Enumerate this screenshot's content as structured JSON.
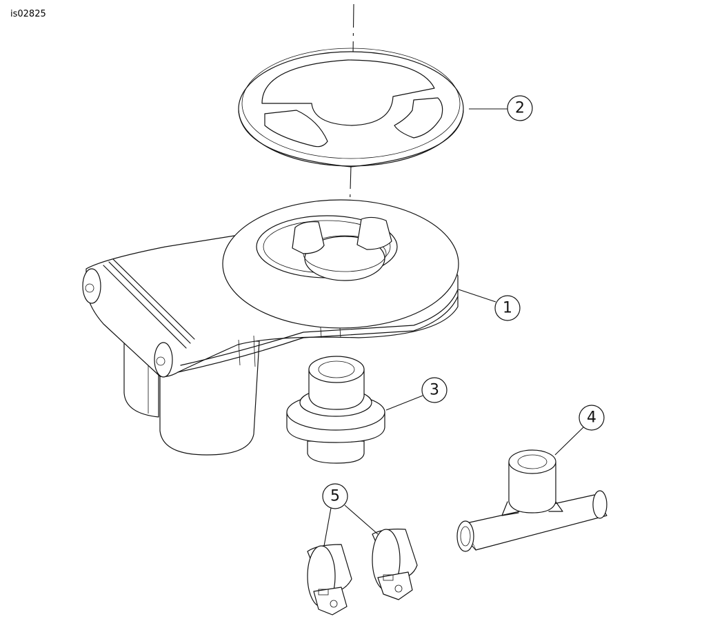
{
  "figure_id": "is02825",
  "callouts": [
    {
      "number": "1",
      "part": "pump-housing"
    },
    {
      "number": "2",
      "part": "lock-ring"
    },
    {
      "number": "3",
      "part": "fitting"
    },
    {
      "number": "4",
      "part": "tee-connector"
    },
    {
      "number": "5",
      "part": "hose-clamps"
    }
  ]
}
